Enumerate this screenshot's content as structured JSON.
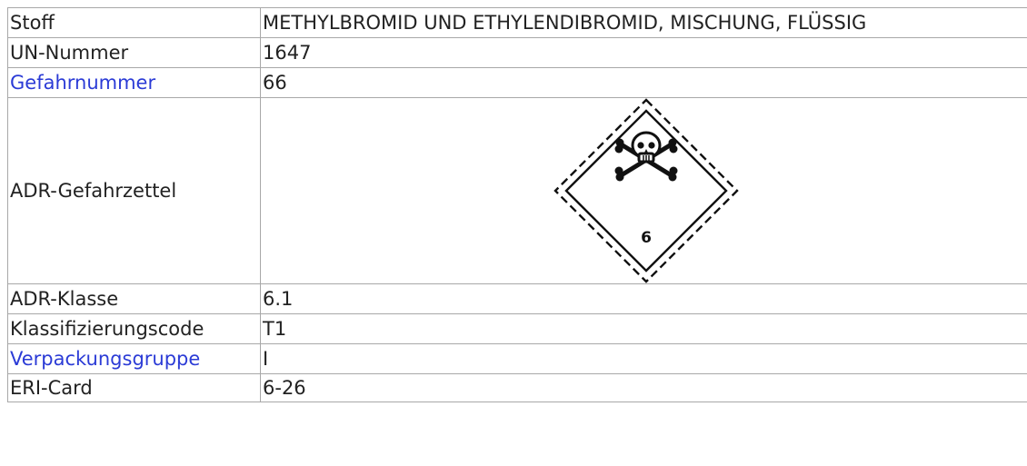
{
  "table": {
    "rows": [
      {
        "key": "Stoff",
        "value": "METHYLBROMID UND ETHYLENDIBROMID, MISCHUNG, FLÜSSIG"
      },
      {
        "key": "UN-Nummer",
        "value": "1647"
      },
      {
        "key": "Gefahrnummer",
        "value": "66"
      },
      {
        "key": "ADR-Gefahrzettel"
      },
      {
        "key": "ADR-Klasse",
        "value": "6.1"
      },
      {
        "key": "Klassifizierungscode",
        "value": "T1"
      },
      {
        "key": "Verpackungsgruppe",
        "value": "I"
      },
      {
        "key": "ERI-Card",
        "value": "6-26"
      }
    ],
    "hazard_label": {
      "icon": "skull-crossbones-icon",
      "class_number": "6"
    }
  }
}
